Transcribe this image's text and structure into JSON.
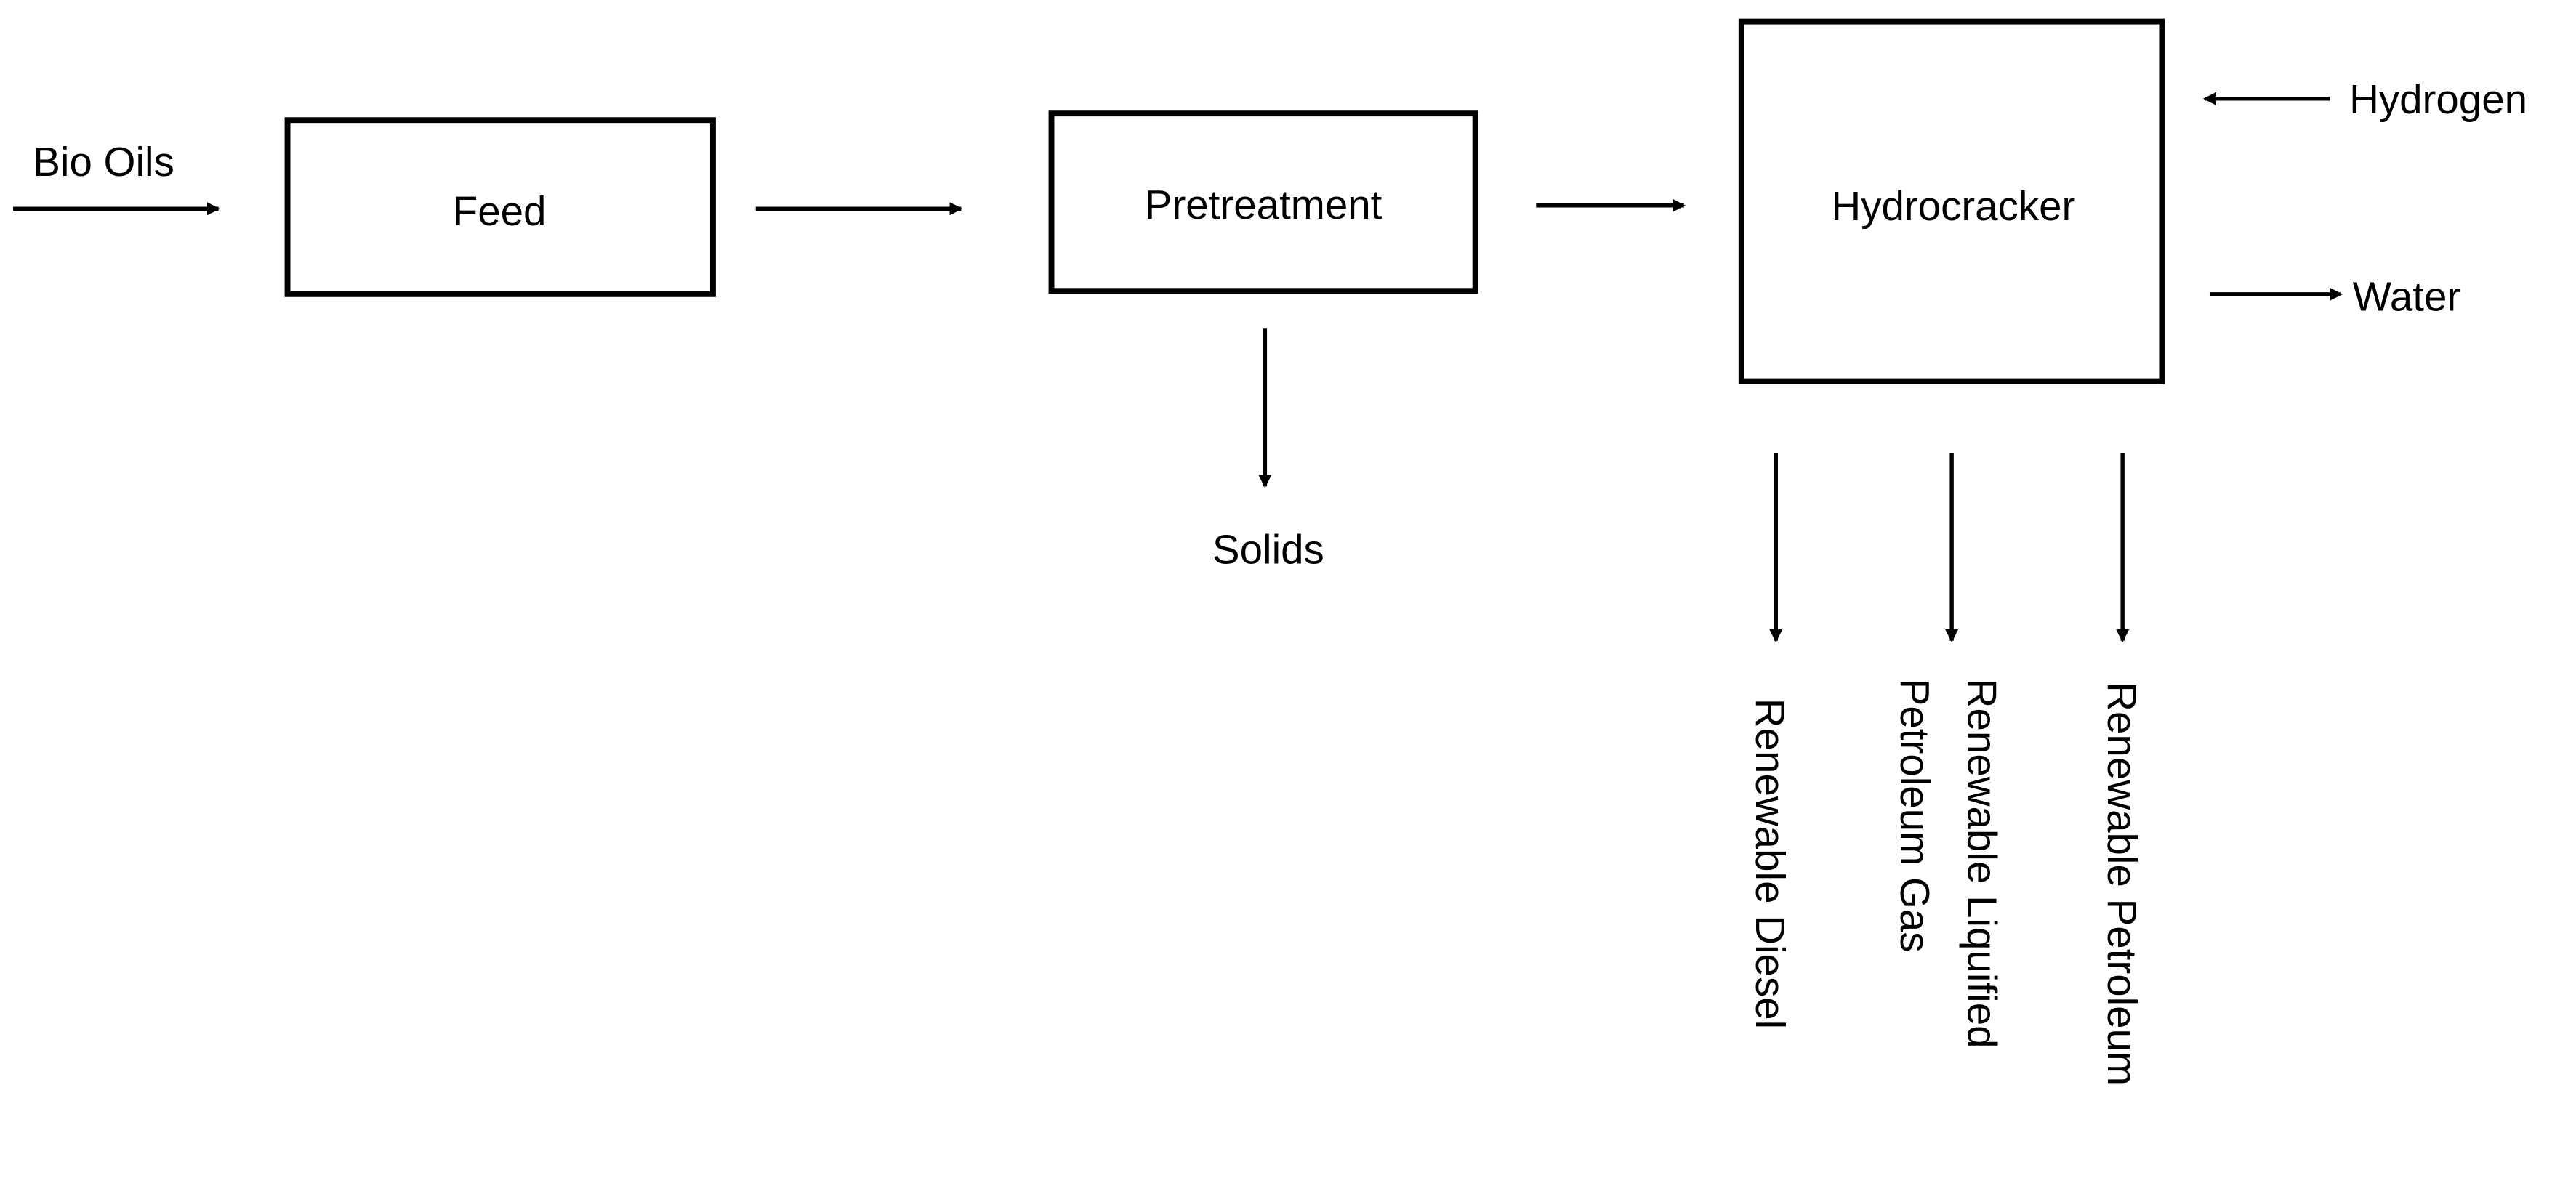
{
  "diagram": {
    "inputs": {
      "bio_oils": "Bio Oils",
      "hydrogen": "Hydrogen"
    },
    "units": {
      "feed": "Feed",
      "pretreatment": "Pretreatment",
      "hydrocracker": "Hydrocracker"
    },
    "outputs": {
      "solids": "Solids",
      "water": "Water",
      "renewable_diesel": "Renewable Diesel",
      "renewable_lpg_line1": "Renewable Liquified",
      "renewable_lpg_line2": "Petroleum Gas",
      "renewable_petroleum": "Renewable Petroleum"
    },
    "colors": {
      "stroke": "#000000",
      "background": "#ffffff"
    }
  }
}
